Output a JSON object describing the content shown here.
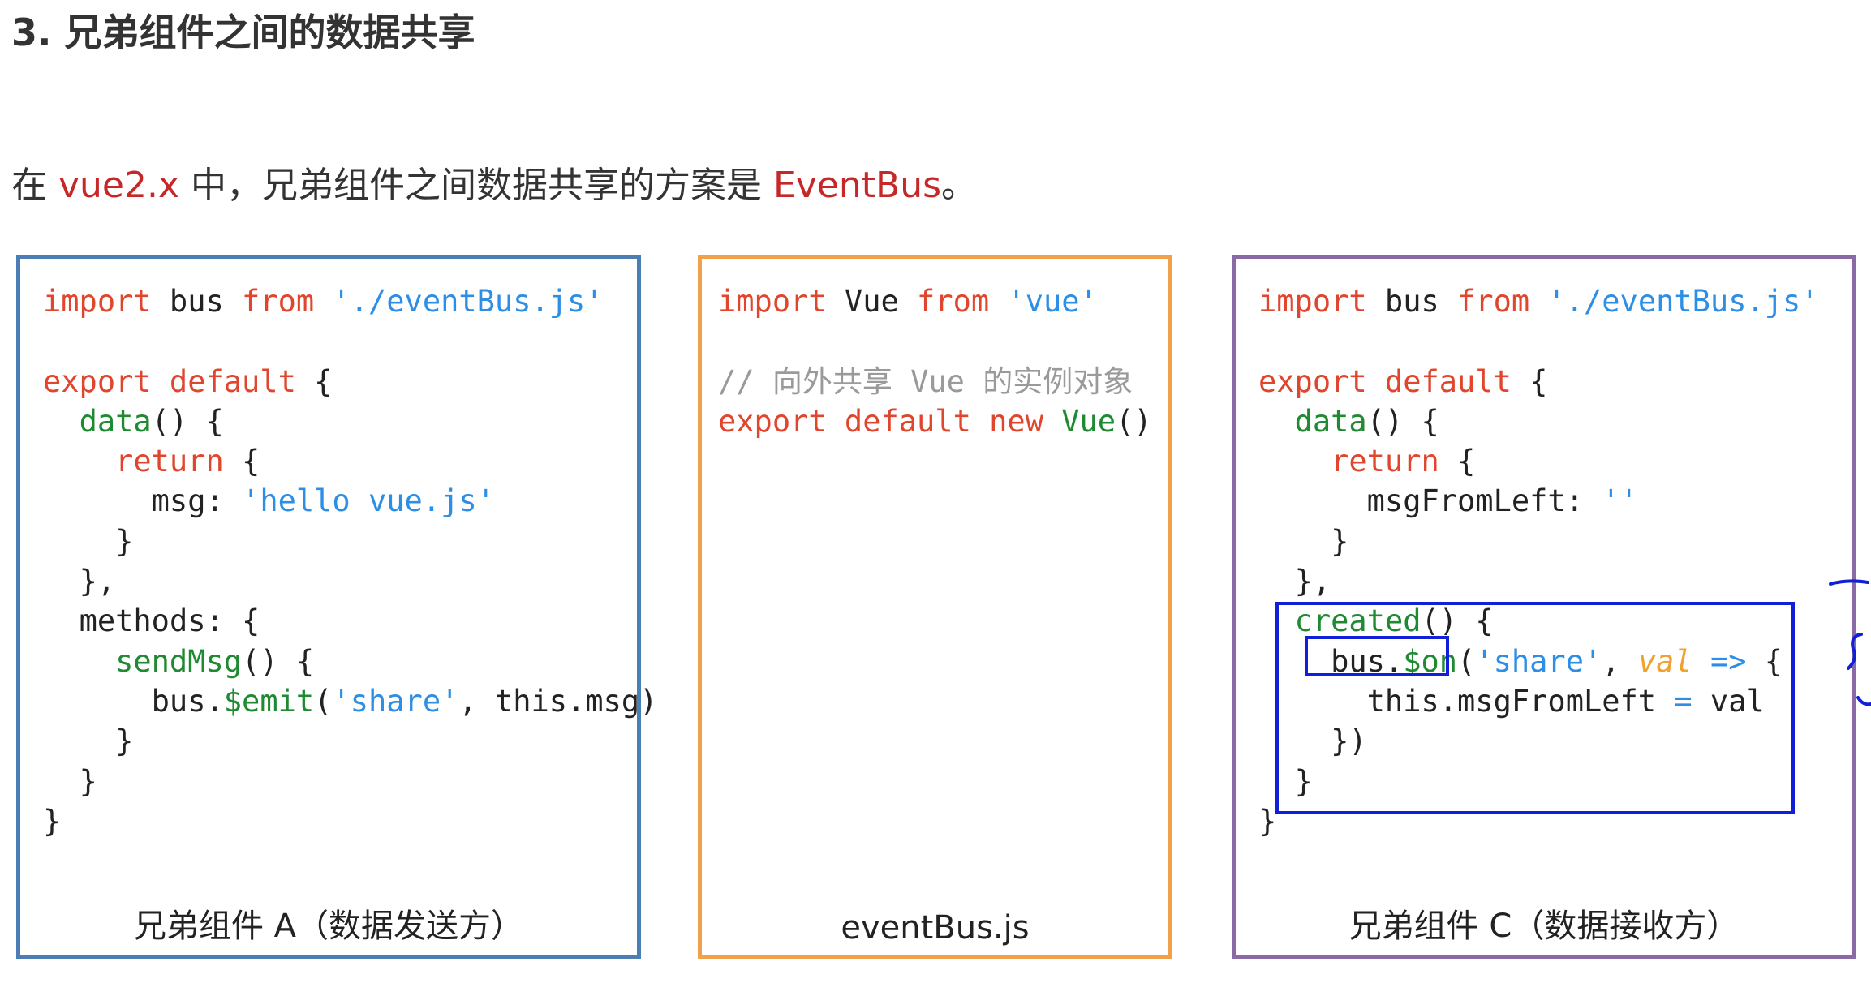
{
  "heading": "3. 兄弟组件之间的数据共享",
  "intro": {
    "prefix": "在 ",
    "version": "vue2.x",
    "middle": " 中，兄弟组件之间数据共享的方案是 ",
    "solution": "EventBus",
    "suffix": "。"
  },
  "panel_a": {
    "caption": "兄弟组件 A（数据发送方）",
    "code": {
      "import_kw": "import",
      "import_name": " bus ",
      "from_kw": "from",
      "import_path": "'./eventBus.js'",
      "export_default": "export default",
      "open_brace": " {",
      "data_fn": "data",
      "data_rest": "() {",
      "return_kw": "return",
      "return_rest": " {",
      "msg_key": "msg: ",
      "msg_val": "'hello vue.js'",
      "close1": "}",
      "close2": "},",
      "methods": "methods: {",
      "send_fn": "sendMsg",
      "send_rest": "() {",
      "bus_prefix": "bus.",
      "emit_fn": "$emit",
      "emit_open": "(",
      "emit_event": "'share'",
      "emit_rest": ", this.msg)",
      "close3": "}",
      "close4": "}",
      "close5": "}"
    }
  },
  "panel_b": {
    "caption": "eventBus.js",
    "code": {
      "import_kw": "import",
      "import_name": " Vue ",
      "from_kw": "from",
      "import_path": "'vue'",
      "comment": "// 向外共享 Vue 的实例对象",
      "export_default_new": "export default new",
      "vue_fn": "Vue",
      "call_rest": "()"
    }
  },
  "panel_c": {
    "caption": "兄弟组件 C（数据接收方）",
    "code": {
      "import_kw": "import",
      "import_name": " bus ",
      "from_kw": "from",
      "import_path": "'./eventBus.js'",
      "export_default": "export default",
      "open_brace": " {",
      "data_fn": "data",
      "data_rest": "() {",
      "return_kw": "return",
      "return_rest": " {",
      "key": "msgFromLeft: ",
      "val": "''",
      "close1": "}",
      "close2": "},",
      "created_fn": "created",
      "created_rest": "() {",
      "bus_prefix": "bus.",
      "on_fn": "$on",
      "on_open": "(",
      "on_event": "'share'",
      "comma": ", ",
      "arg": "val",
      "arrow": "=>",
      "arrow_rest": " {",
      "assign_left": "this.msgFromLeft ",
      "assign_op": "=",
      "assign_right": " val",
      "close3": "})",
      "close4": "}",
      "close5": "}"
    }
  },
  "colors": {
    "panel_a_border": "#4a7eb5",
    "panel_b_border": "#f0a24a",
    "panel_c_border": "#8a6aa6",
    "keyword": "#e0462e",
    "function": "#1f8a32",
    "string": "#2d8ee6",
    "highlight_text": "#c62828",
    "annotation": "#1020d8"
  }
}
